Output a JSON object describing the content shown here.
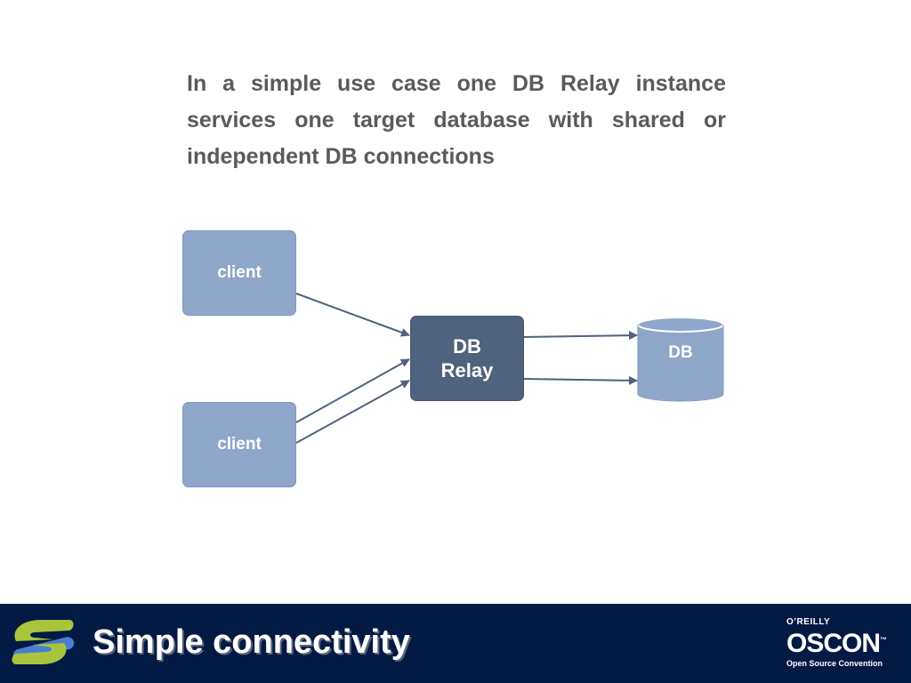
{
  "slide": {
    "intro_text": "In a simple use case one DB Relay instance services one target database with  shared or independent  DB connections"
  },
  "diagram": {
    "nodes": [
      {
        "id": "client1",
        "label": "client",
        "shape": "rounded-rect",
        "color": "#8ea6c9"
      },
      {
        "id": "client2",
        "label": "client",
        "shape": "rounded-rect",
        "color": "#8ea6c9"
      },
      {
        "id": "relay",
        "label_line1": "DB",
        "label_line2": "Relay",
        "shape": "rounded-rect",
        "color": "#4f627e"
      },
      {
        "id": "db",
        "label": "DB",
        "shape": "cylinder",
        "color": "#8ea6c9"
      }
    ],
    "edges": [
      {
        "from": "client1",
        "to": "relay"
      },
      {
        "from": "client2",
        "to": "relay"
      },
      {
        "from": "client2",
        "to": "relay"
      },
      {
        "from": "relay",
        "to": "db"
      },
      {
        "from": "relay",
        "to": "db"
      }
    ],
    "arrow_color": "#4f627e"
  },
  "footer": {
    "title": "Simple connectivity",
    "brand_small": "O’REILLY",
    "brand_name": "OSCON",
    "brand_tm": "™",
    "brand_tagline": "Open Source Convention",
    "background_color": "#031a44"
  },
  "icons": [
    "s-logo-icon",
    "arrowhead-icon",
    "database-cylinder-icon"
  ]
}
